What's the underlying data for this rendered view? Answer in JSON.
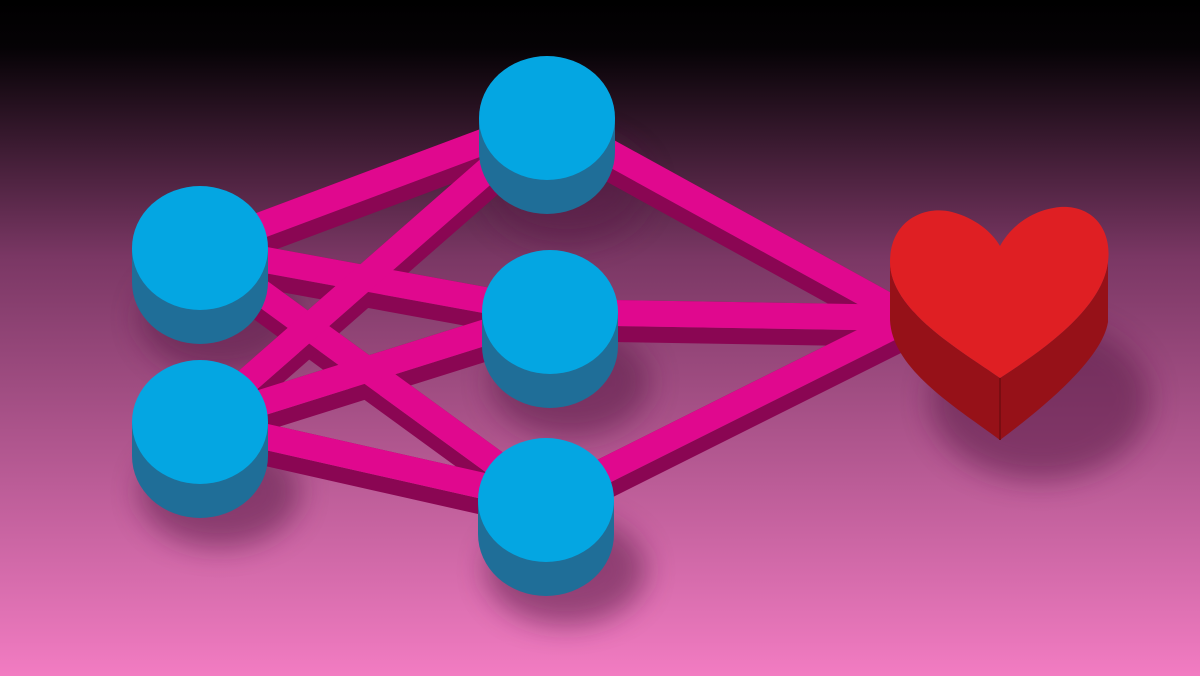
{
  "scene": {
    "subject": "neural-network-to-heart",
    "layers": [
      {
        "name": "input",
        "node_count": 2
      },
      {
        "name": "hidden",
        "node_count": 3
      },
      {
        "name": "output",
        "node_count": 1,
        "shape": "heart"
      }
    ],
    "connections": [
      [
        "input-1",
        "hidden-1"
      ],
      [
        "input-1",
        "hidden-2"
      ],
      [
        "input-1",
        "hidden-3"
      ],
      [
        "input-2",
        "hidden-1"
      ],
      [
        "input-2",
        "hidden-2"
      ],
      [
        "input-2",
        "hidden-3"
      ],
      [
        "hidden-1",
        "output-heart"
      ],
      [
        "hidden-2",
        "output-heart"
      ],
      [
        "hidden-3",
        "output-heart"
      ]
    ]
  },
  "colors": {
    "background_top": "#000000",
    "background_mid": "#7a3764",
    "background_bottom": "#f27cc2",
    "node_top": "#04a6e2",
    "node_side": "#1f6e98",
    "connector_top": "#e0088e",
    "connector_side": "#8a0653",
    "heart_top": "#df1f23",
    "heart_side": "#961118",
    "shadow": "#5a1f47"
  }
}
